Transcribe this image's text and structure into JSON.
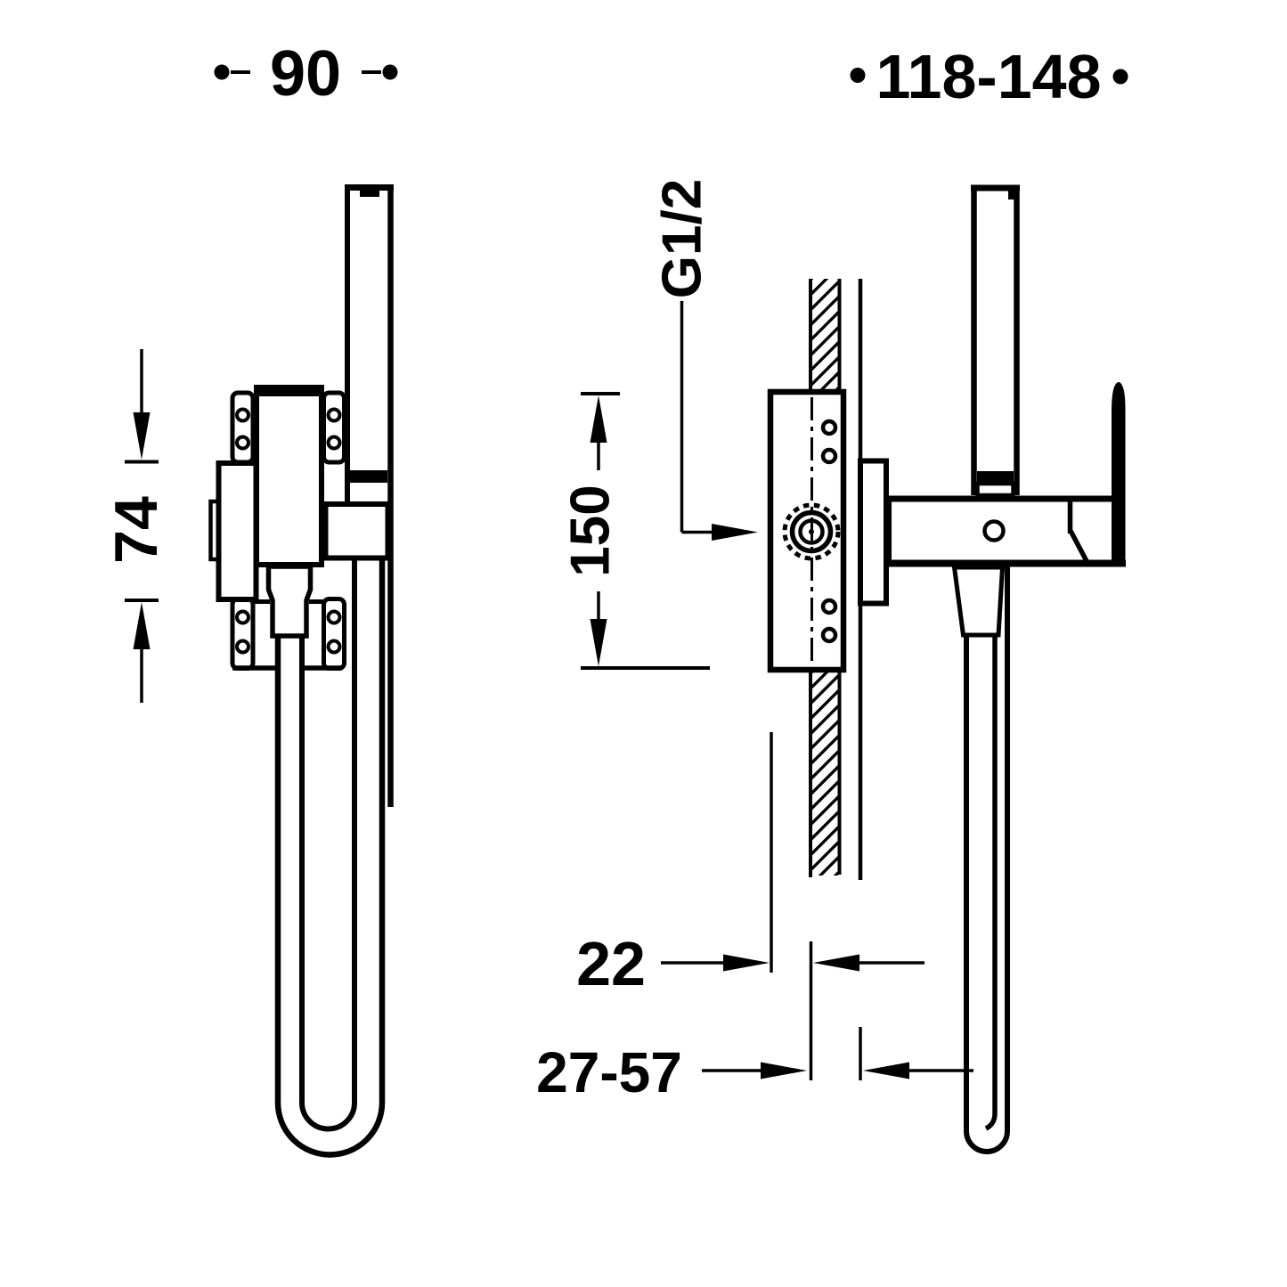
{
  "canvas": {
    "background": "#ffffff",
    "line_color": "#000000"
  },
  "front_view": {
    "dim_width": "90",
    "dim_body_height": "74"
  },
  "side_view": {
    "dim_projection": "118-148",
    "dim_plate_height": "150",
    "label_thread": "G1/2",
    "dim_min_depth": "22",
    "dim_wall_thickness": "27-57"
  }
}
